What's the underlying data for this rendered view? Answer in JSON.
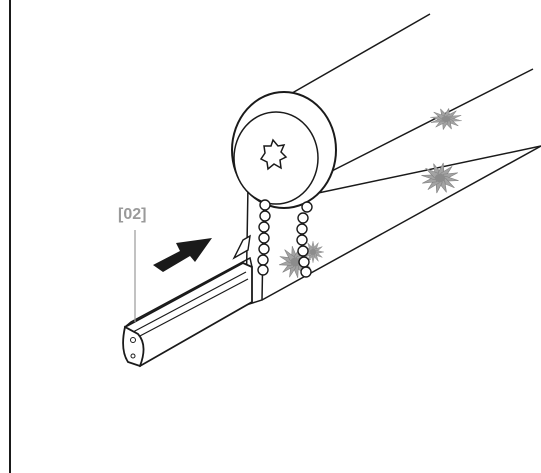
{
  "diagram": {
    "callout_label": "[02]",
    "colors": {
      "line": "#1a1a1a",
      "arrow": "#1a1a1a",
      "flower": "#9e9e9e",
      "callout": "#9a9a9a"
    },
    "icons": [
      "roller-blind-tube",
      "end-cap-bracket",
      "bead-chain",
      "bottom-rail",
      "insert-arrow-icon",
      "daisy-pattern"
    ]
  }
}
